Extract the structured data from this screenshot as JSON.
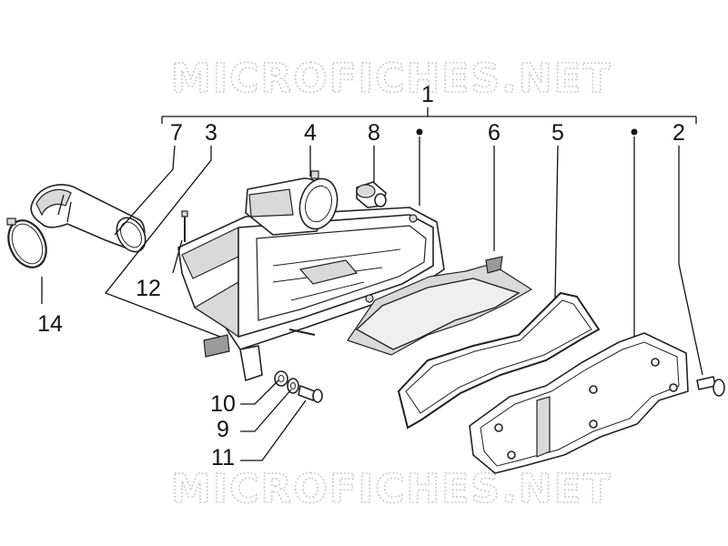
{
  "watermark": {
    "top": "MICROFICHES.NET",
    "bottom": "MICROFICHES.NET"
  },
  "callouts": {
    "c1": "1",
    "c2": "2",
    "c3": "3",
    "c4": "4",
    "c5": "5",
    "c6": "6",
    "c7": "7",
    "c8": "8",
    "c9": "9",
    "c10": "10",
    "c11": "11",
    "c12": "12",
    "c14": "14"
  }
}
